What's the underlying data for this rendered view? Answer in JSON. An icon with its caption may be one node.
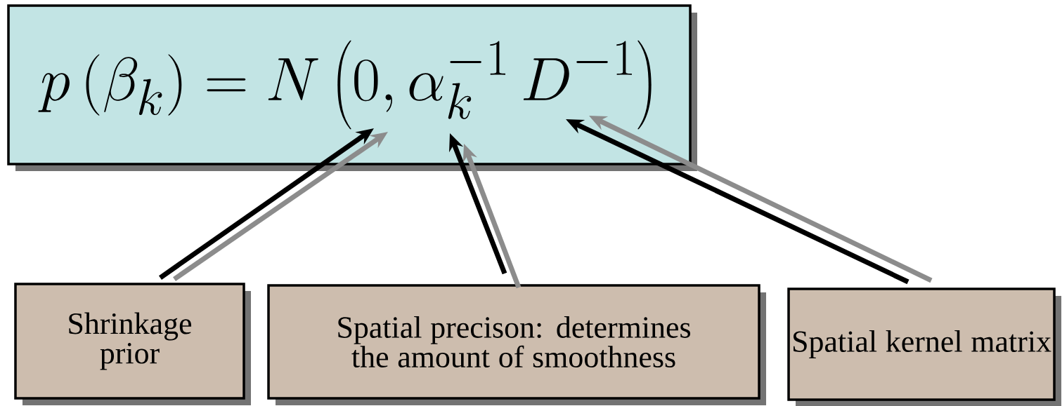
{
  "diagram": {
    "nodes": [
      {
        "text": [
          "p\\left(\\beta_k\\right)=N\\left(0,\\alpha_k^{-1}\\,D^{-1}\\right)"
        ]
      },
      {
        "text": [
          "Shrinkage prior"
        ]
      },
      {
        "text": [
          "Spatial precison: determines the amount of smoothness"
        ]
      },
      {
        "text": [
          "Spatial kernel matrix"
        ]
      }
    ],
    "edges": [
      {
        "from": 1,
        "to": 0,
        "arrow": "to"
      },
      {
        "from": 2,
        "to": 0,
        "arrow": "to"
      },
      {
        "from": 3,
        "to": 0,
        "arrow": "to"
      },
      {
        "from": 1,
        "to": 0,
        "arrow": "to",
        "color": "#8c8c8c"
      },
      {
        "from": 2,
        "to": 0,
        "arrow": "to",
        "color": "#8c8c8c"
      },
      {
        "from": 3,
        "to": 0,
        "arrow": "to",
        "color": "#8c8c8c"
      }
    ]
  }
}
